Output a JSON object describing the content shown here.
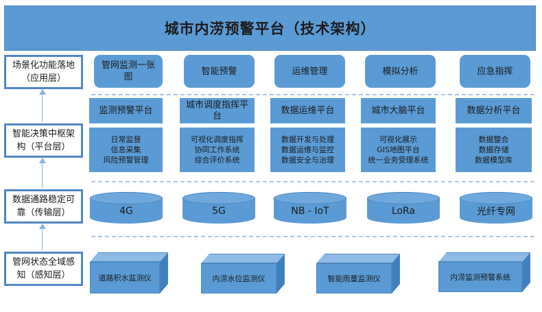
{
  "title": "城市内涝预警平台（技术架构）",
  "layers": [
    {
      "label": "场景化功能落地\n（应用层）"
    },
    {
      "label": "智能决策中枢架\n构（平台层）"
    },
    {
      "label": "数据通路稳定可\n靠（传输层）"
    },
    {
      "label": "管网状态全域感\n知（感知层）"
    }
  ],
  "application": [
    "管网监测一张\n图",
    "智能预警",
    "运维管理",
    "模拟分析",
    "应急指挥"
  ],
  "platforms": [
    {
      "title": "监测预警平台",
      "items": "日常监督\n信息采集\n风险预警管理"
    },
    {
      "title": "城市调度指挥平\n台",
      "items": "可视化调度指挥\n协同工作系统\n综合评价系统"
    },
    {
      "title": "数据运维平台",
      "items": "数据开发与处理\n数据运维与监控\n数据安全与治理"
    },
    {
      "title": "城市大脑平台",
      "items": "可视化展示\nGIS地图平台\n统一业务受理系统"
    },
    {
      "title": "数据分析平台",
      "items": "数据整合\n数据存储\n数据模型库"
    }
  ],
  "transport": [
    "4G",
    "5G",
    "NB - IoT",
    "LoRa",
    "光纤专网"
  ],
  "sensors": [
    "道路积水监测仪",
    "内涝水位监测仪",
    "智能雨量监测仪",
    "内涝监测预警系统"
  ]
}
